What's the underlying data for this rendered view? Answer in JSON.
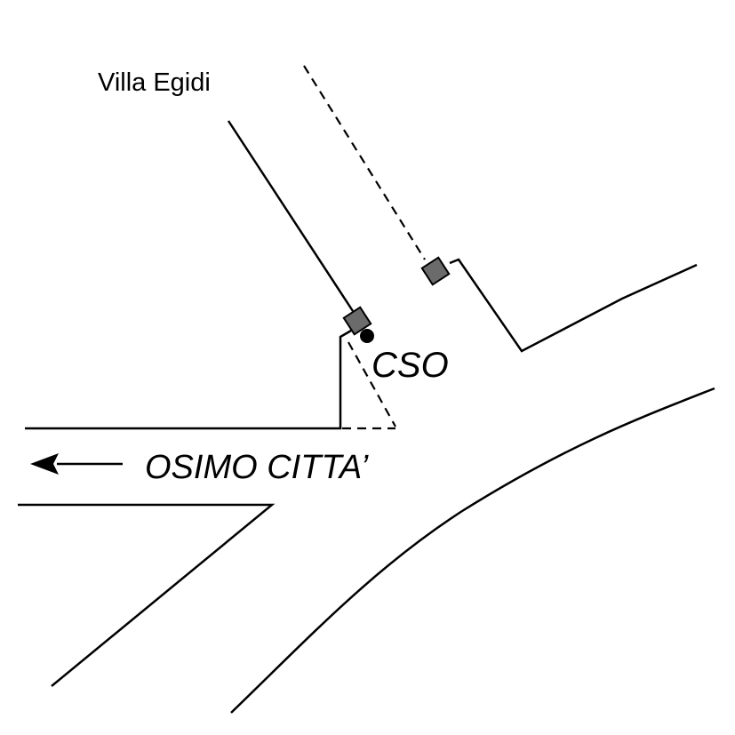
{
  "labels": {
    "villa_egidi": "Villa Egidi",
    "cso": "CSO",
    "osimo_citta": "OSIMO CITTA’"
  },
  "colors": {
    "line": "#000000",
    "device_fill": "#6b6b6b",
    "background": "#ffffff"
  },
  "icons": {
    "direction_arrow": "arrow-left-icon",
    "sensor_box": "square-sensor-icon",
    "sensor_dot": "filled-circle-icon"
  }
}
